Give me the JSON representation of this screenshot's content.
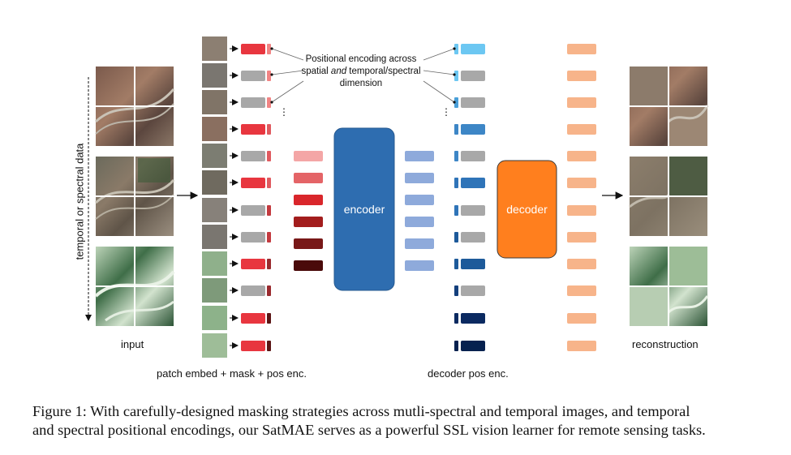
{
  "figure": {
    "labels": {
      "input": "input",
      "reconstruction": "reconstruction",
      "temporal_axis": "temporal or spectral data",
      "patch_embed": "patch embed + mask + pos enc.",
      "decoder_pos": "decoder pos enc.",
      "encoder": "encoder",
      "decoder": "decoder",
      "pos_enc_line1": "Positional encoding across",
      "pos_enc_line2_pre": "spatial ",
      "pos_enc_line2_em": "and",
      "pos_enc_line2_post": " temporal/spectral",
      "pos_enc_line3": "dimension",
      "ellipsis": "⋮"
    },
    "colors": {
      "embed_red": "#e8363f",
      "mask_gray": "#a8a8a8",
      "encoder_blue": "#2e6db0",
      "decoder_orange": "#ff7f1e",
      "latent_blue": "#8eaadb",
      "output_peach": "#f7b48a",
      "encoded_tokens": [
        "#f4a6a6",
        "#e46467",
        "#d9262b",
        "#a31d1d",
        "#781818",
        "#4a0a0a"
      ],
      "pos_side_tokens": [
        "#6cc7f2",
        "#4a9fd8",
        "#3d86c6",
        "#2f74b8",
        "#1d5a9a",
        "#143f7c",
        "#0b2a61",
        "#06214f"
      ]
    }
  },
  "caption": {
    "line1": "Figure 1: With carefully-designed masking strategies across mutli-spectral and temporal images, and temporal",
    "line2": "and spectral positional encodings, our SatMAE serves as a powerful SSL vision learner for remote sensing tasks."
  }
}
